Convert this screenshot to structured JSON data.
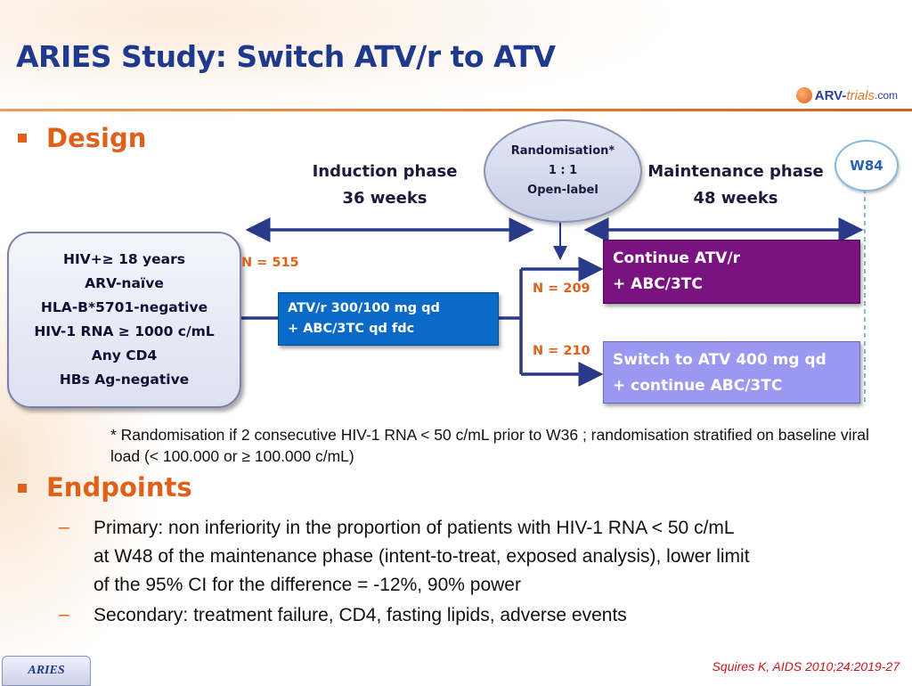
{
  "title": "ARIES Study: Switch ATV/r to ATV",
  "logo": {
    "part1": "ARV-",
    "part2": "trials",
    "part3": ".com"
  },
  "design_heading": "Design",
  "phases": {
    "induction": {
      "line1": "Induction phase",
      "line2": "36 weeks"
    },
    "maintenance": {
      "line1": "Maintenance phase",
      "line2": "48 weeks"
    }
  },
  "randomisation": {
    "line1": "Randomisation*",
    "line2": "1 : 1",
    "line3": "Open-label"
  },
  "w84_label": "W84",
  "criteria": [
    "HIV+≥ 18 years",
    "ARV-naïve",
    "HLA-B*5701-negative",
    "HIV-1 RNA ≥ 1000 c/mL",
    "Any CD4",
    "HBs Ag-negative"
  ],
  "n_total": "N = 515",
  "n_continue": "N = 209",
  "n_switch": "N = 210",
  "induction_box": {
    "line1": "ATV/r 300/100 mg qd",
    "line2": "+ ABC/3TC qd fdc"
  },
  "continue_box": {
    "line1": "Continue ATV/r",
    "line2": "+ ABC/3TC"
  },
  "switch_box": {
    "line1": "Switch to ATV 400 mg qd",
    "line2": "+ continue ABC/3TC"
  },
  "footnote": "* Randomisation if 2 consecutive HIV-1 RNA < 50 c/mL prior to W36 ; randomisation stratified on baseline viral load (< 100.000 or ≥ 100.000 c/mL)",
  "endpoints_heading": "Endpoints",
  "endpoints": {
    "dash": "–",
    "primary_lines": [
      "Primary: non inferiority in the proportion of patients with HIV-1 RNA < 50 c/mL",
      "at W48 of the maintenance phase (intent-to-treat, exposed analysis), lower limit",
      "of the 95% CI for the difference = -12%, 90% power"
    ],
    "secondary": "Secondary: treatment failure, CD4, fasting lipids, adverse events"
  },
  "footer_tab": "ARIES",
  "citation": "Squires K, AIDS 2010;24:2019-27",
  "colors": {
    "title": "#1f3a8c",
    "accent": "#e0601a",
    "induction_box": "#0a6ac8",
    "continue_box": "#7a1280",
    "switch_box": "#9a98f0",
    "arrows": "#2a3a8a"
  }
}
